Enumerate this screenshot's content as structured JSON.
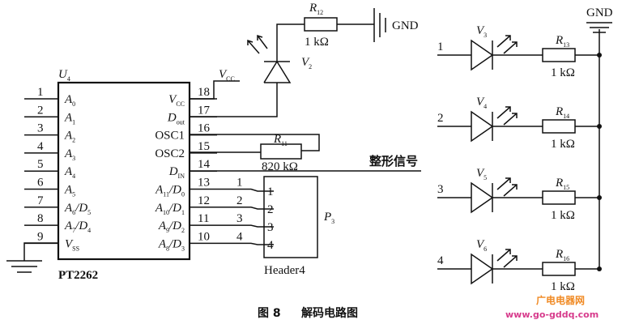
{
  "chip": {
    "ref": "U",
    "ref_sub": "4",
    "part": "PT2262",
    "left_pin_numbers": [
      "1",
      "2",
      "3",
      "4",
      "5",
      "6",
      "7",
      "8",
      "9"
    ],
    "left_pin_names": [
      {
        "m": "A",
        "s": "0"
      },
      {
        "m": "A",
        "s": "1"
      },
      {
        "m": "A",
        "s": "2"
      },
      {
        "m": "A",
        "s": "3"
      },
      {
        "m": "A",
        "s": "4"
      },
      {
        "m": "A",
        "s": "5"
      },
      {
        "m": "A",
        "s": "6",
        "t": "/D",
        "s2": "5"
      },
      {
        "m": "A",
        "s": "7",
        "t": "/D",
        "s2": "4"
      },
      {
        "m": "V",
        "s": "SS"
      }
    ],
    "right_pin_numbers": [
      "18",
      "17",
      "16",
      "15",
      "14",
      "13",
      "12",
      "11",
      "10"
    ],
    "right_pin_names": [
      {
        "m": "V",
        "s": "CC"
      },
      {
        "m": "D",
        "s": "out"
      },
      {
        "m": "OSC1"
      },
      {
        "m": "OSC2"
      },
      {
        "m": "D",
        "s": "IN"
      },
      {
        "m": "A",
        "s": "11",
        "t": "/D",
        "s2": "0"
      },
      {
        "m": "A",
        "s": "10",
        "t": "/D",
        "s2": "1"
      },
      {
        "m": "A",
        "s": "9",
        "t": "/D",
        "s2": "2"
      },
      {
        "m": "A",
        "s": "8",
        "t": "/D",
        "s2": "3"
      }
    ]
  },
  "vcc": {
    "m": "V",
    "s": "CC"
  },
  "r12": {
    "ref": "R",
    "sub": "12",
    "value": "1 kΩ"
  },
  "v2": {
    "ref": "V",
    "sub": "2"
  },
  "gnd_label": "GND",
  "r11": {
    "ref": "R",
    "sub": "11",
    "value": "820 kΩ"
  },
  "signal_label": "整形信号",
  "header": {
    "part": "Header4",
    "ref": "P",
    "ref_sub": "3",
    "pins": [
      "1",
      "2",
      "3",
      "4"
    ],
    "wire_labels": [
      "1",
      "2",
      "3",
      "4"
    ]
  },
  "leds": [
    {
      "input": "1",
      "v_ref": "V",
      "v_sub": "3",
      "r_ref": "R",
      "r_sub": "13",
      "r_value": "1 kΩ"
    },
    {
      "input": "2",
      "v_ref": "V",
      "v_sub": "4",
      "r_ref": "R",
      "r_sub": "14",
      "r_value": "1 kΩ"
    },
    {
      "input": "3",
      "v_ref": "V",
      "v_sub": "5",
      "r_ref": "R",
      "r_sub": "15",
      "r_value": "1 kΩ"
    },
    {
      "input": "4",
      "v_ref": "V",
      "v_sub": "6",
      "r_ref": "R",
      "r_sub": "16",
      "r_value": "1 kΩ"
    }
  ],
  "gnd_right_label": "GND",
  "caption": {
    "fig": "图 8",
    "title": "解码电路图"
  },
  "watermark": {
    "line1": "广电电器网",
    "line2": "www.go-gddq.com"
  }
}
